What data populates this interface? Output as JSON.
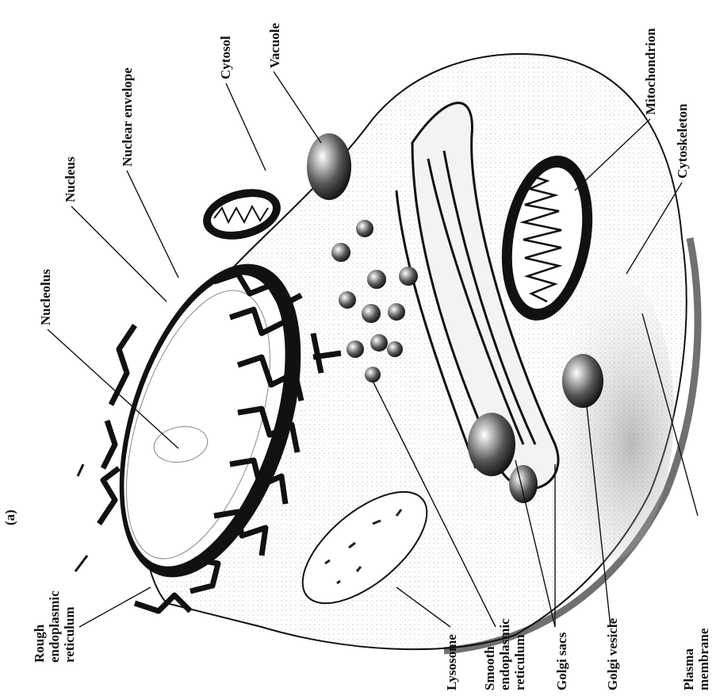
{
  "figure": {
    "panel": "(a)",
    "labels": {
      "rough_er": [
        "Rough",
        "endoplasmic",
        "reticulum"
      ],
      "nucleolus": "Nucleolus",
      "nucleus": "Nucleus",
      "nuclear_envelope": "Nuclear envelope",
      "cytosol": "Cytosol",
      "vacuole": "Vacuole",
      "mitochondrion": "Mitochondrion",
      "cytoskeleton": "Cytoskeleton",
      "lysosome": "Lysosome",
      "smooth_er": [
        "Smooth",
        "endoplasmic",
        "reticulum"
      ],
      "golgi_sacs": "Golgi sacs",
      "golgi_vesicle": "Golgi vesicle",
      "plasma_membrane": [
        "Plasma",
        "membrane"
      ]
    }
  }
}
